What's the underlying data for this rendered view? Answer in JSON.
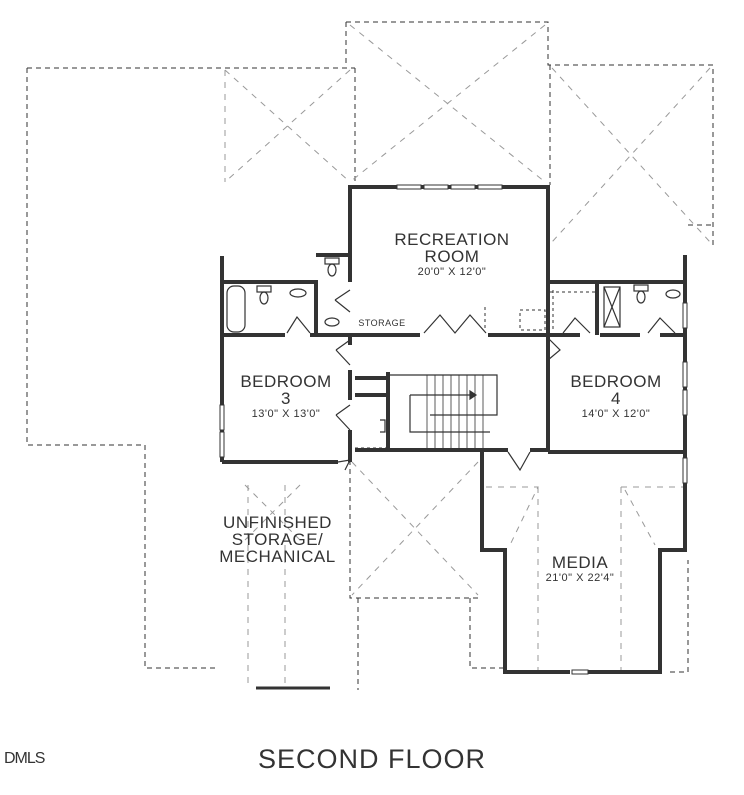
{
  "plan": {
    "title": "SECOND FLOOR",
    "logo": "DMLS",
    "colors": {
      "wall": "#333333",
      "dashed": "#333333",
      "faint": "#aaaaaa",
      "text": "#333333",
      "background": "#ffffff"
    }
  },
  "rooms": {
    "recreation": {
      "name_line1": "RECREATION",
      "name_line2": "ROOM",
      "dims": "20'0\" X 12'0\""
    },
    "bedroom3": {
      "name_line1": "BEDROOM",
      "name_line2": "3",
      "dims": "13'0\" X 13'0\""
    },
    "bedroom4": {
      "name_line1": "BEDROOM",
      "name_line2": "4",
      "dims": "14'0\" X 12'0\""
    },
    "media": {
      "name": "MEDIA",
      "dims": "21'0\" X 22'4\""
    },
    "storage": {
      "name": "STORAGE"
    },
    "unfinished": {
      "line1": "UNFINISHED",
      "line2": "STORAGE/",
      "line3": "MECHANICAL"
    }
  }
}
